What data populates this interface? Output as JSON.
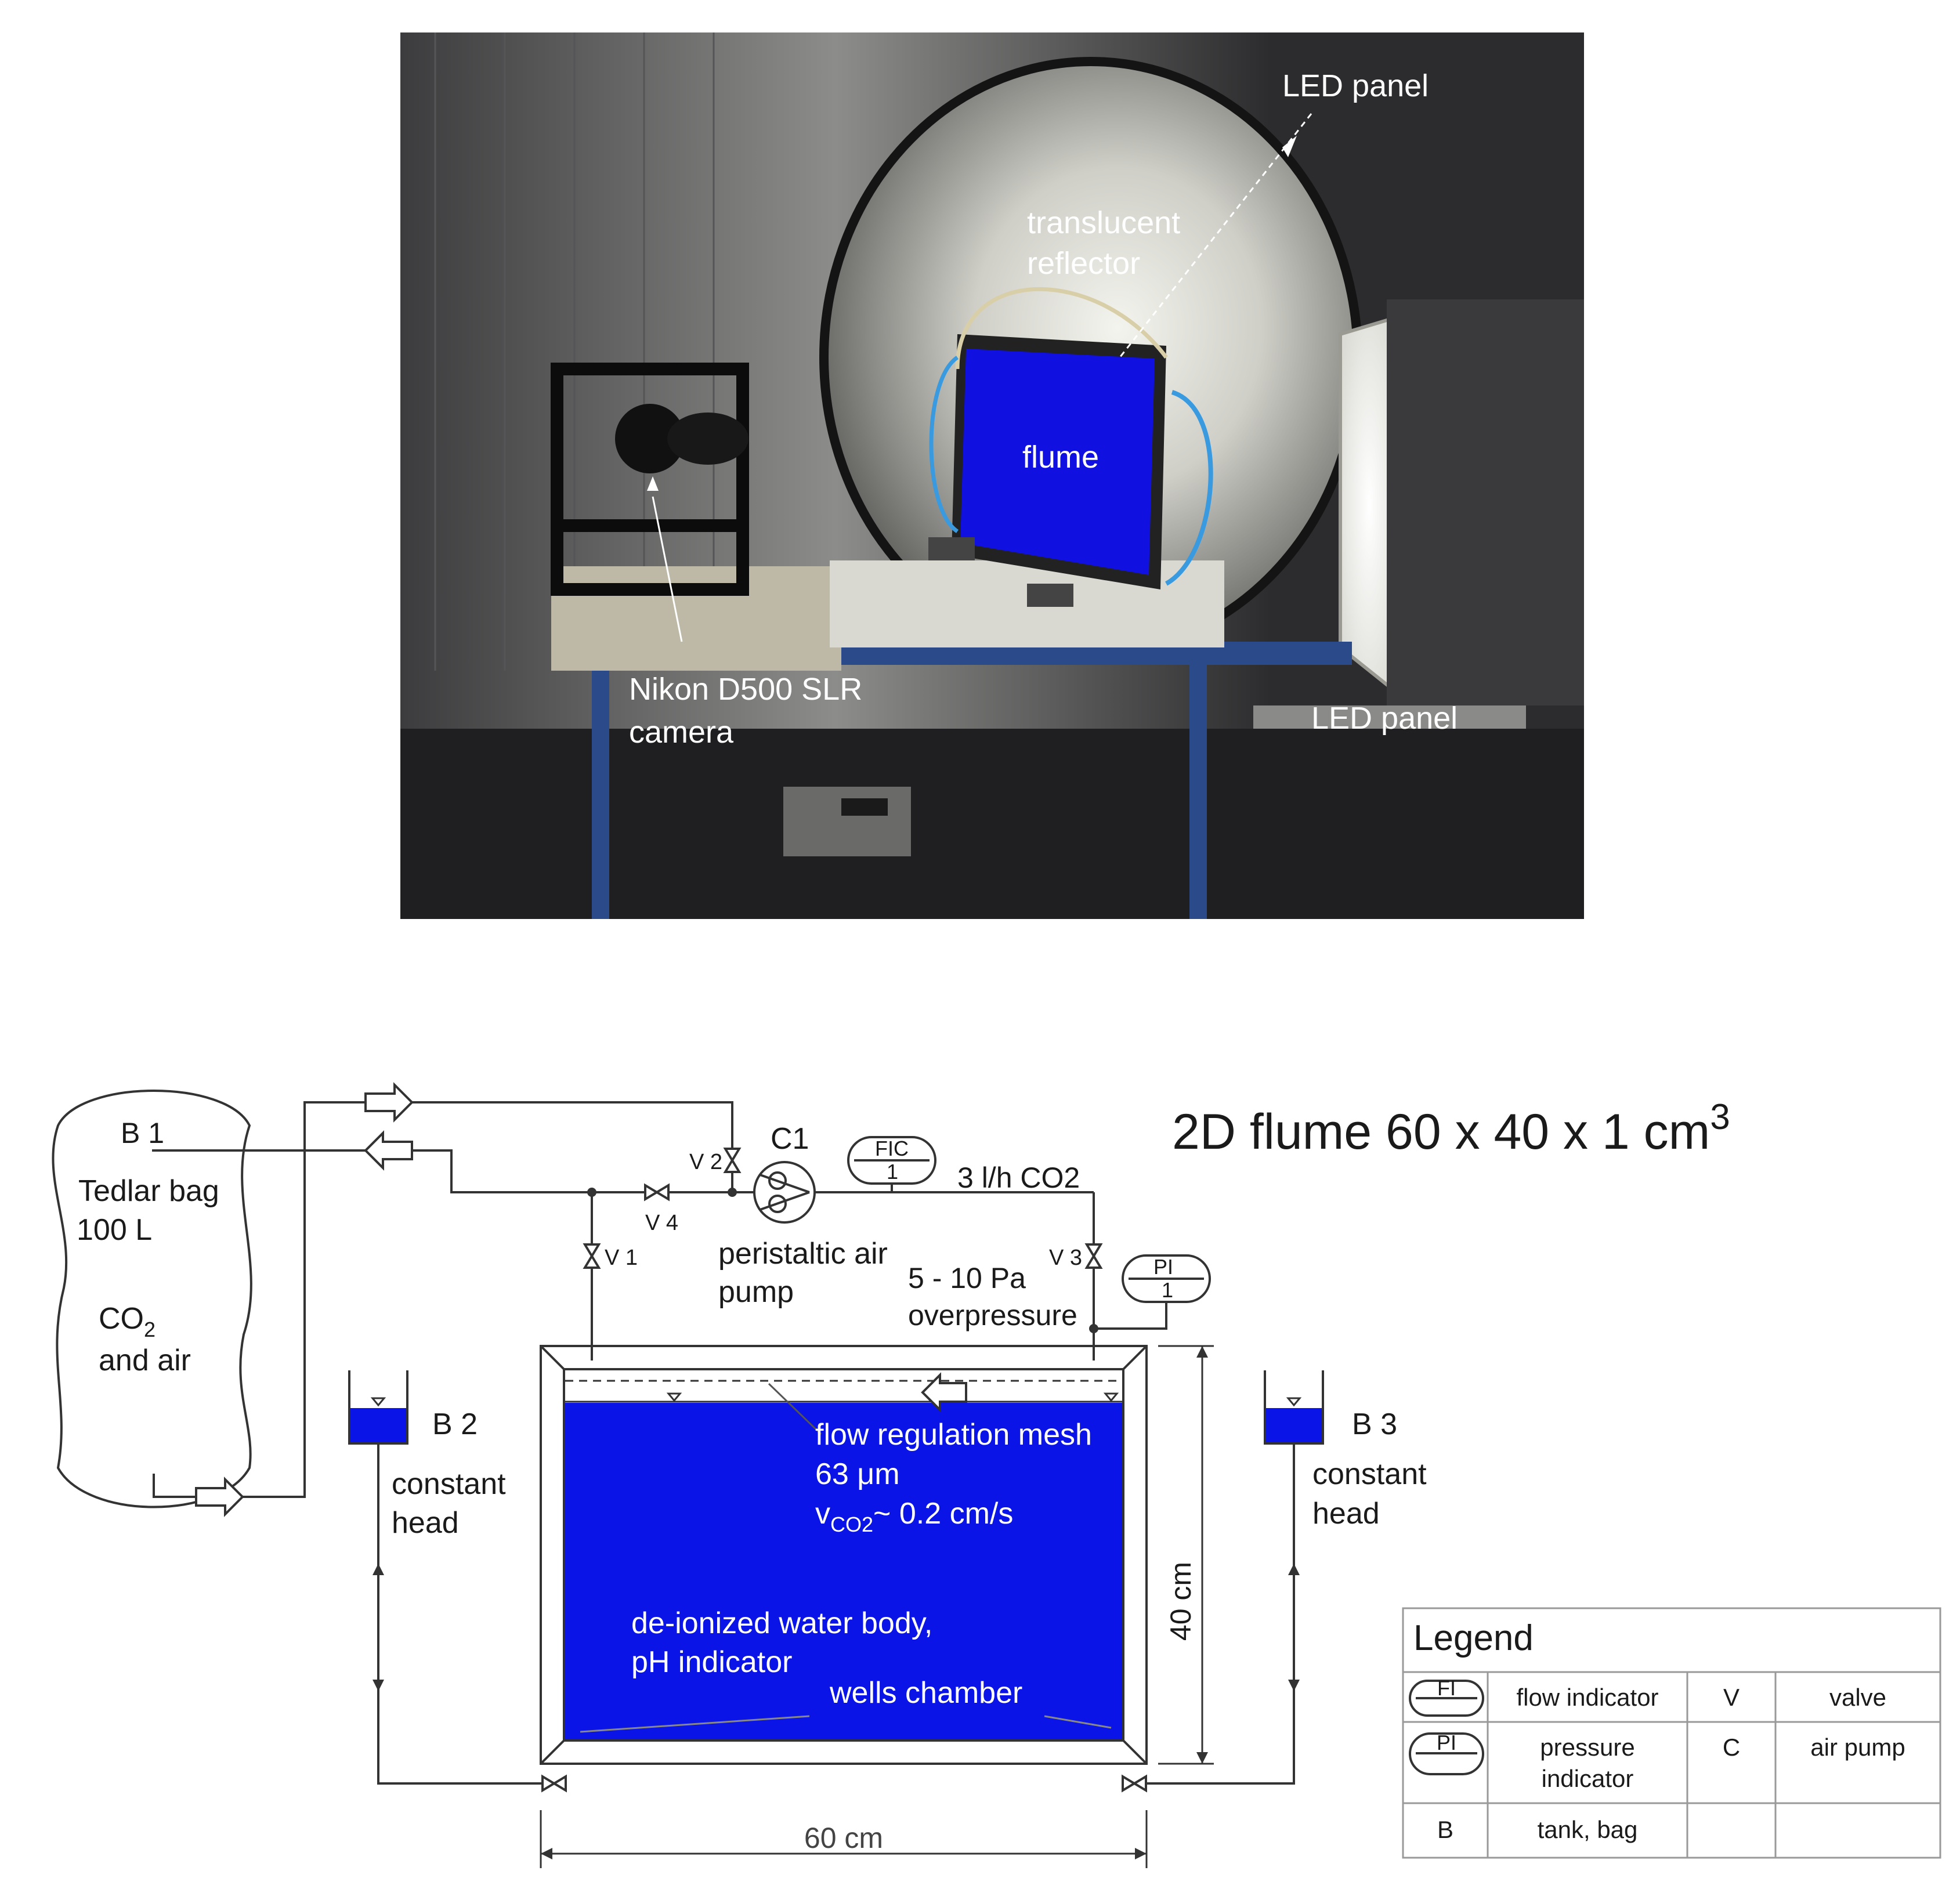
{
  "photo": {
    "labels": {
      "led_panel_top": "LED panel",
      "translucent_reflector_line1": "translucent",
      "translucent_reflector_line2": "reflector",
      "flume": "flume",
      "camera_line1": "Nikon D500 SLR",
      "camera_line2": "camera",
      "led_panel_bottom": "LED panel"
    }
  },
  "schematic": {
    "title_main": "2D flume 60 x 40 x 1 cm",
    "title_sup": "3",
    "bag": {
      "id": "B 1",
      "line1": "Tedlar bag",
      "line2": "100 L",
      "co2_main": "CO",
      "co2_sub": "2",
      "line4": "and air"
    },
    "valves": {
      "v1": "V 1",
      "v2": "V 2",
      "v3": "V 3",
      "v4": "V 4"
    },
    "pump": {
      "id": "C1",
      "line1": "peristaltic air",
      "line2": "pump"
    },
    "fic": {
      "top": "FIC",
      "bottom": "1"
    },
    "pi": {
      "top": "PI",
      "bottom": "1"
    },
    "flow_rate": "3 l/h CO2",
    "overpressure_line1": "5 - 10 Pa",
    "overpressure_line2": "overpressure",
    "tank_b2": {
      "id": "B 2",
      "line1": "constant",
      "line2": "head"
    },
    "tank_b3": {
      "id": "B 3",
      "line1": "constant",
      "line2": "head"
    },
    "flume_labels": {
      "mesh_line1": "flow regulation mesh",
      "mesh_line2": "63 μm",
      "velocity_main": "v",
      "velocity_sub": "CO2",
      "velocity_rest": "~ 0.2 cm/s",
      "water_line1": "de-ionized water body,",
      "water_line2": "pH indicator",
      "wells": "wells chamber"
    },
    "dim_height": "40 cm",
    "dim_width": "60 cm",
    "legend": {
      "title": "Legend",
      "rows": [
        {
          "symbol": "FI",
          "desc": "flow indicator",
          "code": "V",
          "meaning": "valve"
        },
        {
          "symbol": "PI",
          "desc_line1": "pressure",
          "desc_line2": "indicator",
          "code": "C",
          "meaning": "air pump"
        },
        {
          "symbol": "B",
          "desc": "tank, bag",
          "code": "",
          "meaning": ""
        }
      ]
    },
    "colors": {
      "water": "#0a14e6",
      "line": "#333333",
      "photo_bg": "#2a2a2c"
    }
  }
}
